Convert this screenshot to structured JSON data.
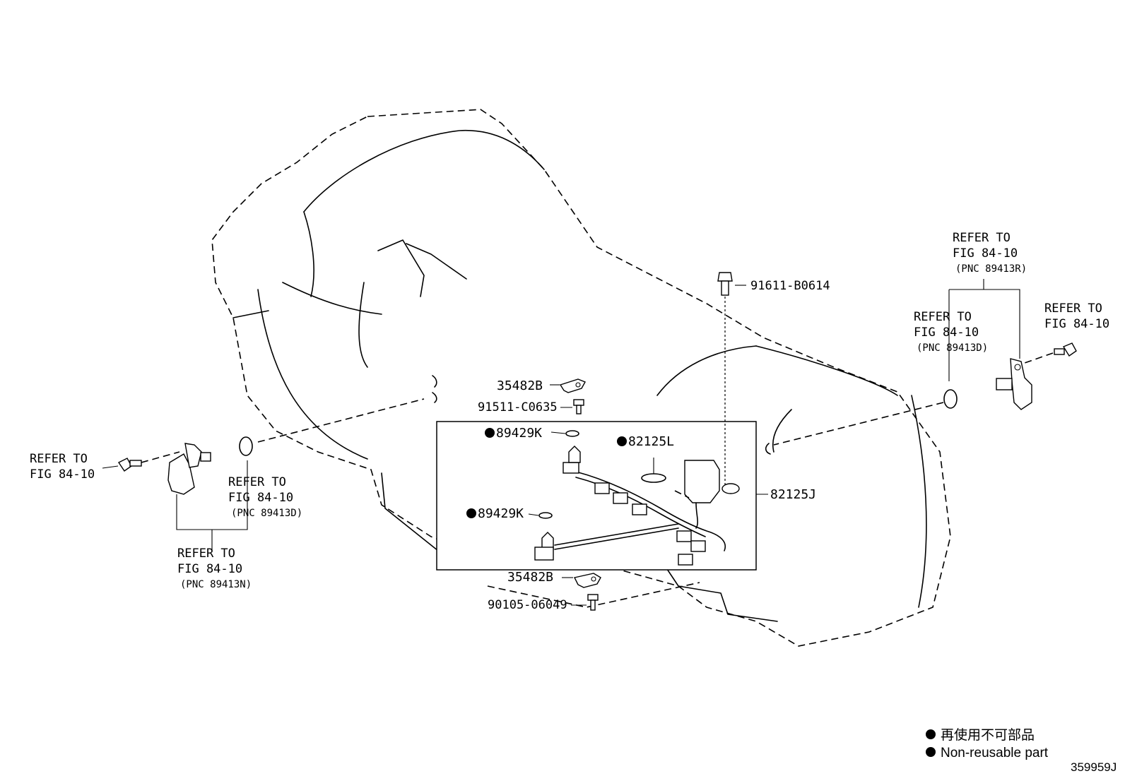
{
  "labels": {
    "bolt_top": "91611-B0614",
    "clamp_top": "35482B",
    "bolt_clamp_top": "91511-C0635",
    "oring_top": "89429K",
    "oring_sensor": "82125L",
    "harness": "82125J",
    "oring_bottom": "89429K",
    "clamp_bottom": "35482B",
    "bolt_clamp_bottom": "90105-06049"
  },
  "refs": {
    "left_bolt": {
      "l1": "REFER TO",
      "l2": "FIG 84-10"
    },
    "left_oring": {
      "l1": "REFER TO",
      "l2": "FIG 84-10",
      "l3": "(PNC 89413D)"
    },
    "left_sensor": {
      "l1": "REFER TO",
      "l2": "FIG 84-10",
      "l3": "(PNC 89413N)"
    },
    "right_top": {
      "l1": "REFER TO",
      "l2": "FIG 84-10",
      "l3": "(PNC 89413R)"
    },
    "right_oring": {
      "l1": "REFER TO",
      "l2": "FIG 84-10",
      "l3": "(PNC 89413D)"
    },
    "right_bolt": {
      "l1": "REFER TO",
      "l2": "FIG 84-10"
    }
  },
  "legend": {
    "jp": "再使用不可部品",
    "en": "Non-reusable part"
  },
  "figure_code": "359959J"
}
